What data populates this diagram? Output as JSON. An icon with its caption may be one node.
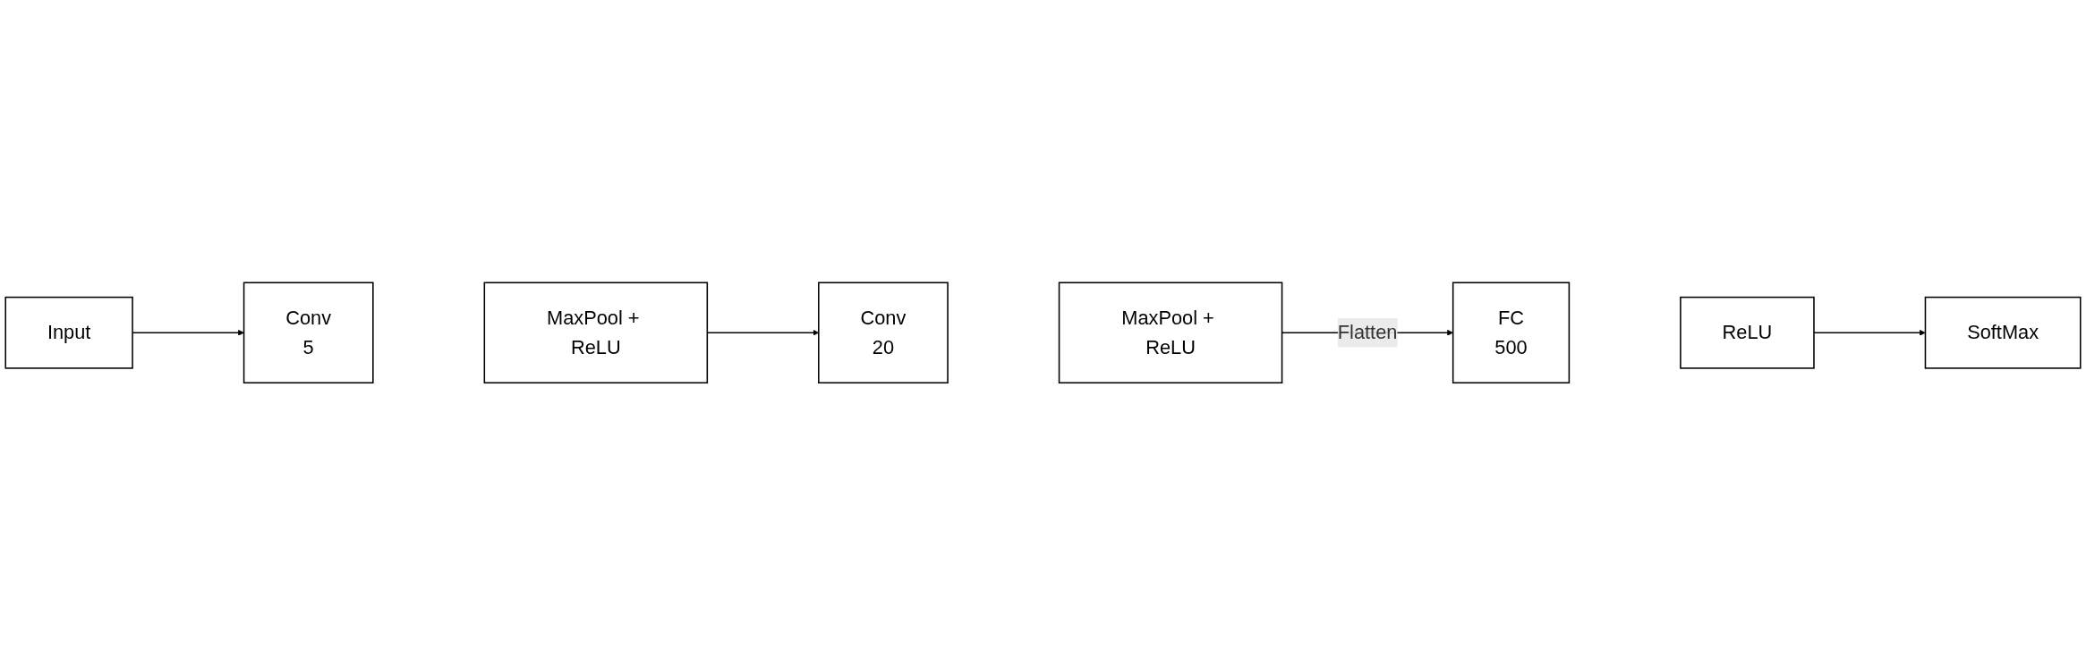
{
  "diagram": {
    "nodes": [
      {
        "text": [
          "Input"
        ]
      },
      {
        "text": [
          "Conv",
          "5"
        ]
      },
      {
        "text": [
          "MaxPool + ReLU"
        ]
      },
      {
        "text": [
          "Conv",
          "20"
        ]
      },
      {
        "text": [
          "MaxPool + ReLU"
        ]
      },
      {
        "text": [
          "FC",
          "500"
        ]
      },
      {
        "text": [
          "ReLU"
        ]
      },
      {
        "text": [
          "SoftMax"
        ]
      }
    ],
    "edges": [
      {
        "from": 0,
        "to": 1,
        "arrow": "to"
      },
      {
        "from": 2,
        "to": 3,
        "arrow": "to"
      },
      {
        "from": 4,
        "to": 5,
        "label": "Flatten",
        "arrow": "to"
      },
      {
        "from": 6,
        "to": 7,
        "arrow": "to"
      }
    ]
  }
}
